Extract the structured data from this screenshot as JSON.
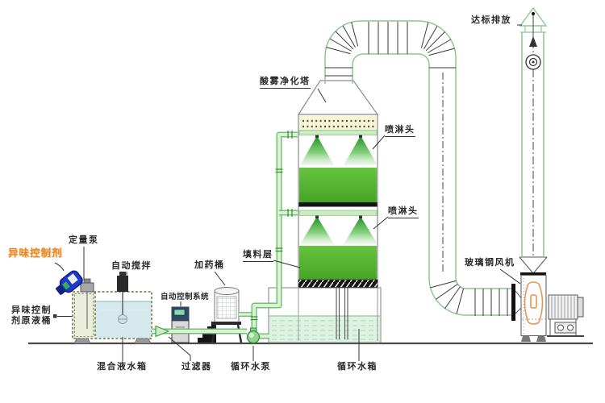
{
  "diagram": {
    "labels": {
      "tower": "酸雾净化塔",
      "discharge": "达标排放",
      "spray_head_1": "喷淋头",
      "spray_head_2": "喷淋头",
      "packing_layer": "填料层",
      "frp_fan": "玻璃钢风机",
      "metering_pump": "定量泵",
      "odor_control_agent": "异味控制剂",
      "agent_stock_barrel_line1": "异味控制",
      "agent_stock_barrel_line2": "剂原液桶",
      "auto_stirring": "自动搅拌",
      "auto_control_system": "自动控制系统",
      "dosing_barrel": "加药桶",
      "mixing_tank": "混合液水箱",
      "filter": "过滤器",
      "circulating_pump": "循环水泵",
      "circulating_tank": "循环水箱"
    },
    "colors": {
      "packing_green": "#4fae2e",
      "pipe_green": "#72c072",
      "pipe_fill": "#ddf1d6",
      "water_light_green": "#def2e3",
      "mixing_water_blue": "#d5e9ec",
      "demister_cream": "#f7f4da",
      "label_orange": "#ef8322",
      "bottle_blue": "#2038cf",
      "volute_orange": "#e6954e",
      "line_grey": "#8a8a8a",
      "flange_dark": "#3a3a3a"
    }
  }
}
